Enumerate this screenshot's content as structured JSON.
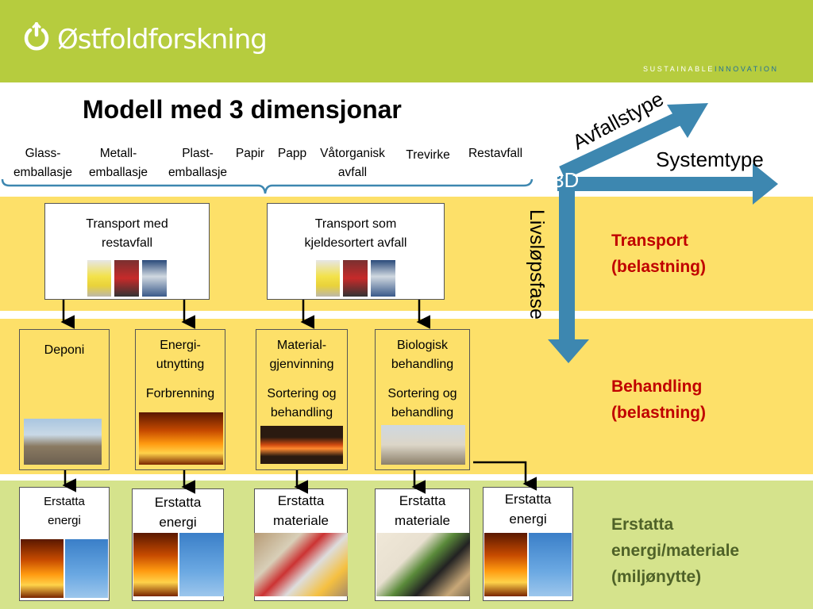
{
  "header": {
    "logo_text": "Østfoldforskning",
    "tagline_part1": "SUSTAINABLE",
    "tagline_part2": "INNOVATION",
    "background": "#b6cc3e"
  },
  "title": "Modell med 3 dimensjonar",
  "categories": [
    {
      "line1": "Glass-",
      "line2": "emballasje"
    },
    {
      "line1": "Metall-",
      "line2": "emballasje"
    },
    {
      "line1": "Plast-",
      "line2": "emballasje"
    },
    {
      "line1": "Papir",
      "line2": ""
    },
    {
      "line1": "Papp",
      "line2": ""
    },
    {
      "line1": "Våtorganisk",
      "line2": "avfall"
    },
    {
      "line1": "Trevirke",
      "line2": ""
    },
    {
      "line1": "Restavfall",
      "line2": ""
    }
  ],
  "axes": {
    "center": "3D",
    "waste_type": "Avfallstype",
    "system_type": "Systemtype",
    "lifecycle": "Livsløpsfase",
    "arrow_color": "#3d87b0"
  },
  "transport": {
    "box1": {
      "line1": "Transport med",
      "line2": "restavfall"
    },
    "box2": {
      "line1": "Transport som",
      "line2": "kjeldesortert avfall"
    }
  },
  "treatment": [
    {
      "line1": "Deponi",
      "line2": "",
      "sub1": "",
      "sub2": ""
    },
    {
      "line1": "Energi-",
      "line2": "utnytting",
      "sub1": "Forbrenning",
      "sub2": ""
    },
    {
      "line1": "Material-",
      "line2": "gjenvinning",
      "sub1": "Sortering og",
      "sub2": "behandling"
    },
    {
      "line1": "Biologisk",
      "line2": "behandling",
      "sub1": "Sortering og",
      "sub2": "behandling"
    }
  ],
  "replace": [
    {
      "line1": "Erstatta",
      "line2": "energi"
    },
    {
      "line1": "Erstatta",
      "line2": "energi"
    },
    {
      "line1": "Erstatta",
      "line2": "materiale"
    },
    {
      "line1": "Erstatta",
      "line2": "materiale"
    },
    {
      "line1": "Erstatta",
      "line2": "energi"
    }
  ],
  "side_labels": {
    "transport_1": "Transport",
    "transport_2": "(belastning)",
    "treatment_1": "Behandling",
    "treatment_2": "(belastning)",
    "replace_1": "Erstatta",
    "replace_2": "energi/materiale",
    "replace_3": "(miljønytte)"
  },
  "colors": {
    "band_yellow": "#fde069",
    "band_green": "#d5e38c",
    "label_red": "#c00000",
    "label_green": "#4f6228"
  }
}
